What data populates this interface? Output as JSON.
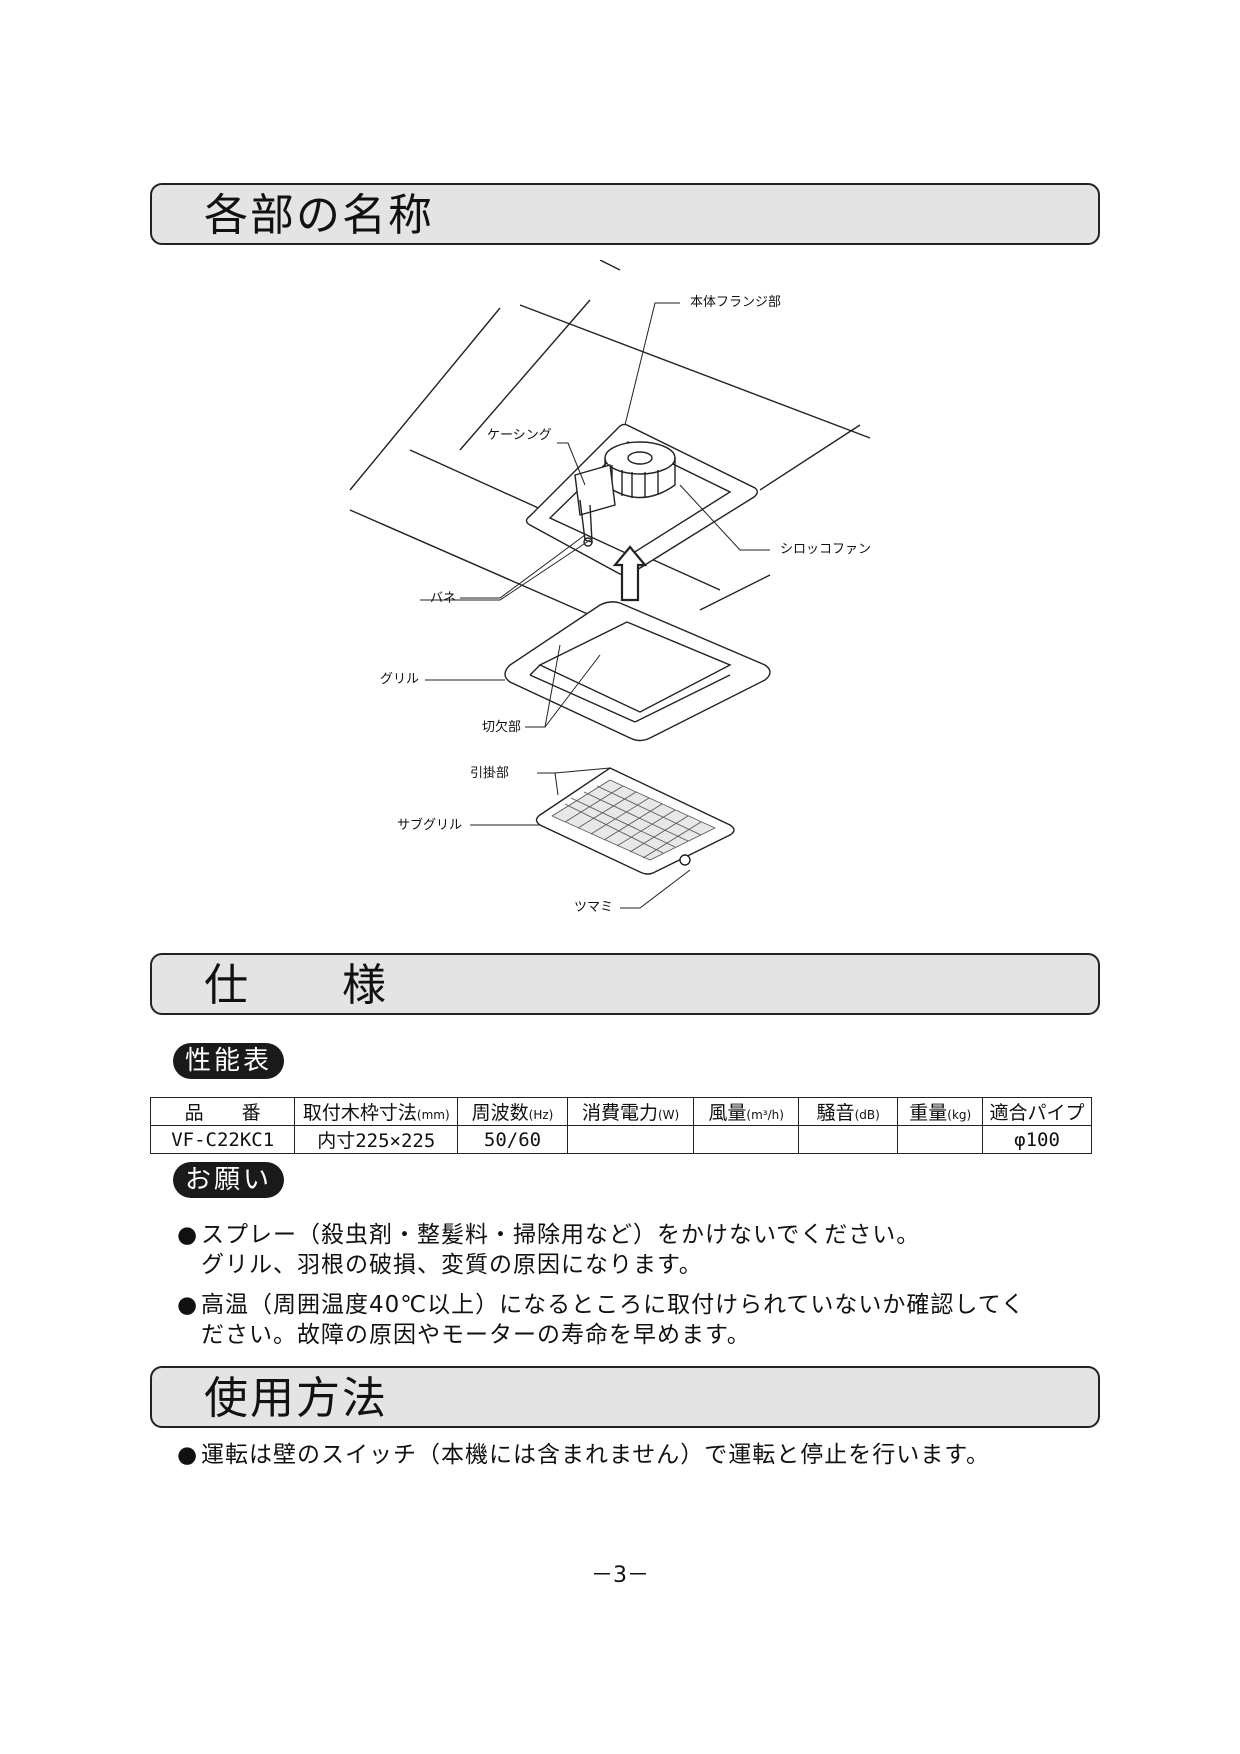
{
  "sections": {
    "parts_title": "各部の名称",
    "spec_title": "仕　　様",
    "usage_title": "使用方法"
  },
  "diagram_labels": {
    "flange": "本体フランジ部",
    "casing": "ケーシング",
    "sirocco_fan": "シロッコファン",
    "spring": "バネ",
    "grille": "グリル",
    "notch": "切欠部",
    "hook": "引掛部",
    "sub_grille": "サブグリル",
    "knob": "ツマミ"
  },
  "performance": {
    "badge": "性能表",
    "headers": [
      {
        "label": "品　　番",
        "unit": ""
      },
      {
        "label": "取付木枠寸法",
        "unit": "(mm)"
      },
      {
        "label": "周波数",
        "unit": "(Hz)"
      },
      {
        "label": "消費電力",
        "unit": "(W)"
      },
      {
        "label": "風量",
        "unit": "(m³/h)"
      },
      {
        "label": "騒音",
        "unit": "(dB)"
      },
      {
        "label": "重量",
        "unit": "(kg)"
      },
      {
        "label": "適合パイプ",
        "unit": ""
      }
    ],
    "row": [
      "VF-C22KC1",
      "内寸225×225",
      "50/60",
      "",
      "",
      "",
      "",
      "φ100"
    ]
  },
  "request": {
    "badge": "お願い",
    "items": [
      {
        "line1": "スプレー（殺虫剤・整髪料・掃除用など）をかけないでください。",
        "line2": "グリル、羽根の破損、変質の原因になります。"
      },
      {
        "line1": "高温（周囲温度40℃以上）になるところに取付けられていないか確認してく",
        "line2": "ださい。故障の原因やモーターの寿命を早めます。"
      }
    ]
  },
  "usage": {
    "text": "運転は壁のスイッチ（本機には含まれません）で運転と停止を行います。"
  },
  "bullet": "●",
  "page_number": "－3－"
}
